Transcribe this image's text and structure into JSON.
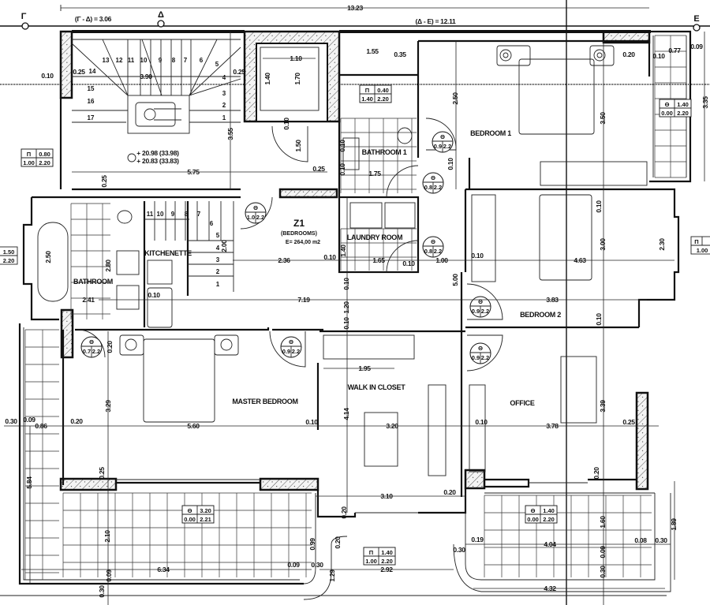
{
  "title": "Floor plan - Z1 (Bedrooms)",
  "axes": {
    "gamma": "Γ",
    "delta": "Δ",
    "epsilon": "Ε",
    "total": "13.23",
    "gamma_delta": "(Γ - Δ) = 3.06",
    "delta_epsilon": "(Δ - Ε) = 12.11"
  },
  "zone": {
    "name": "Z1",
    "subtitle": "(BEDROOMS)",
    "area": "E= 264,00 m2"
  },
  "rooms": {
    "bedroom_1": "BEDROOM 1",
    "bathroom_1": "BATHROOM 1",
    "laundry_room": "LAUNDRY ROOM",
    "bedroom_2": "BEDROOM 2",
    "bathroom": "BATHROOM",
    "kitchenette": "KITCHENETTE",
    "master_bedroom": "MASTER BEDROOM",
    "walk_in_closet": "WALK IN CLOSET",
    "office": "OFFICE"
  },
  "levels": [
    "+ 20.98 (33.98)",
    "+ 20.83 (33.83)"
  ],
  "main_stair_steps": [
    "1",
    "2",
    "3",
    "4",
    "5",
    "6",
    "7",
    "8",
    "9",
    "10",
    "11",
    "12",
    "13",
    "14",
    "15",
    "16",
    "17"
  ],
  "small_stair_steps": [
    "1",
    "2",
    "3",
    "4",
    "5",
    "6",
    "7",
    "8",
    "9",
    "10",
    "11"
  ],
  "door_tags": [
    {
      "symbol": "Θ",
      "width": "1.0",
      "height": "2.2"
    },
    {
      "symbol": "Θ",
      "width": "0.9",
      "height": "2.2"
    },
    {
      "symbol": "Θ",
      "width": "0.8",
      "height": "2.2"
    },
    {
      "symbol": "Θ",
      "width": "0.8",
      "height": "2.2"
    },
    {
      "symbol": "Θ",
      "width": "0.9",
      "height": "2.2"
    },
    {
      "symbol": "Θ",
      "width": "0.9",
      "height": "2.2"
    },
    {
      "symbol": "Θ",
      "width": "0.7",
      "height": "2.2"
    },
    {
      "symbol": "Θ",
      "width": "0.9",
      "height": "2.2"
    }
  ],
  "window_tags": [
    {
      "type": "Π",
      "width": "0.80",
      "sill": "1.00",
      "height": "2.20"
    },
    {
      "type": "Π",
      "width": "0.40",
      "sill": "1.40",
      "height": "2.20"
    },
    {
      "type": "Θ",
      "width": "1.40",
      "sill": "0.00",
      "height": "2.20"
    },
    {
      "type": "Θ",
      "width": "3.20",
      "sill": "0.00",
      "height": "2.21"
    },
    {
      "type": "Θ",
      "width": "1.40",
      "sill": "0.00",
      "height": "2.20"
    },
    {
      "type": "Π",
      "width": "1.40",
      "sill": "1.00",
      "height": "2.20"
    }
  ],
  "partial_window_tags": {
    "left": {
      "width": "1.50",
      "height": "2.20"
    },
    "right": {
      "type": "Π",
      "sill": "1.00"
    }
  },
  "dims": [
    "5.75",
    "3.90",
    "0.10",
    "0.25",
    "0.25",
    "1.10",
    "1.40",
    "1.70",
    "3.55",
    "0.10",
    "1.50",
    "0.25",
    "1.55",
    "0.35",
    "2.50",
    "3.50",
    "0.20",
    "0.77",
    "0.09",
    "0.10",
    "3.35",
    "1.75",
    "0.10",
    "2.36",
    "0.10",
    "1.65",
    "0.10",
    "1.00",
    "4.63",
    "0.10",
    "7.19",
    "2.41",
    "0.10",
    "3.83",
    "5.00",
    "3.00",
    "2.30",
    "2.00",
    "2.80",
    "2.50",
    "1.95",
    "5.60",
    "3.20",
    "3.78",
    "0.86",
    "0.30",
    "0.09",
    "0.20",
    "0.10",
    "0.10",
    "0.25",
    "4.14",
    "3.29",
    "3.39",
    "5.84",
    "2.10",
    "6.34",
    "3.10",
    "0.20",
    "0.20",
    "4.04",
    "1.89",
    "1.60",
    "4.32",
    "2.92",
    "0.99",
    "1.29",
    "0.09",
    "0.30",
    "0.19",
    "0.30",
    "0.08",
    "0.30",
    "0.25",
    "0.25",
    "0.10",
    "1.20",
    "0.10",
    "0.30",
    "0.09",
    "0.30",
    "0.09",
    "0.20",
    "0.10",
    "0.10",
    "0.20",
    "0.10",
    "0.10",
    "1.40",
    "0.20",
    "0.3"
  ]
}
